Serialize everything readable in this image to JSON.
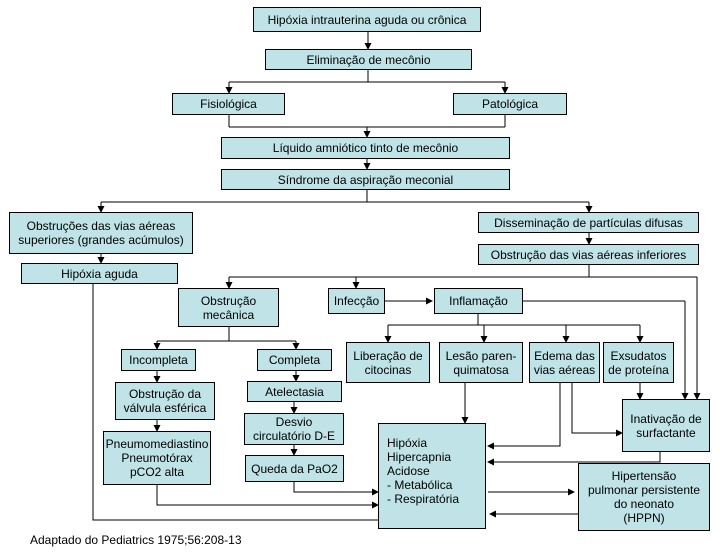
{
  "nodes": {
    "hipoxia_intra": "Hipóxia intrauterina aguda ou crônica",
    "eliminacao": "Eliminação de mecônio",
    "fisiologica": "Fisiológica",
    "patologica": "Patológica",
    "liquido": "Líquido amniótico tinto de mecônio",
    "sindrome": "Síndrome da aspiração meconial",
    "obstrucoes_sup": "Obstruções das vias aéreas\nsuperiores (grandes acúmulos)",
    "disseminacao": "Disseminação de partículas difusas",
    "hipoxia_aguda": "Hipóxia aguda",
    "obstrucao_inf": "Obstrução das vias aéreas inferiores",
    "obstrucao_mec": "Obstrução\nmecânica",
    "infeccao": "Infecção",
    "inflamacao": "Inflamação",
    "incompleta": "Incompleta",
    "completa": "Completa",
    "liberacao": "Liberação de\ncitocinas",
    "lesao": "Lesão paren-\nquimatosa",
    "edema": "Edema das\nvias aéreas",
    "exsudatos": "Exsudatos\nde proteína",
    "valvula": "Obstrução da\nválvula esférica",
    "atelectasia": "Atelectasia",
    "inativacao": "Inativação de\nsurfactante",
    "pneumo": "Pneumomediastino\nPneumotórax\npCO2 alta",
    "desvio": "Desvio\ncirculatório D-E",
    "hipoxia_final": "Hipóxia\nHipercapnia\nAcidose\n - Metabólica\n - Respiratória",
    "queda": "Queda da PaO2",
    "hppn": "Hipertensão\npulmonar persistente\ndo neonato\n(HPPN)"
  },
  "caption": "Adaptado do Pediatrics 1975;56:208-13",
  "colors": {
    "box_fill": "#bfe3e6",
    "line": "#000000"
  }
}
